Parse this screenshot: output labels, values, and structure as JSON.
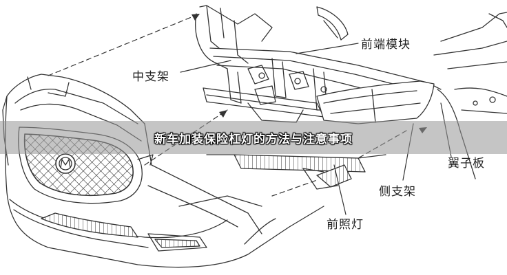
{
  "labels": {
    "mid_bracket": "中支架",
    "front_module": "前端模块",
    "fender": "翼子板",
    "side_bracket": "侧支架",
    "headlamp": "前照灯"
  },
  "banner": {
    "title": "新车加装保险杠灯的方法与注意事项"
  },
  "colors": {
    "line": "#333333",
    "banner_bg": "#969696",
    "banner_text": "#ffffff"
  }
}
